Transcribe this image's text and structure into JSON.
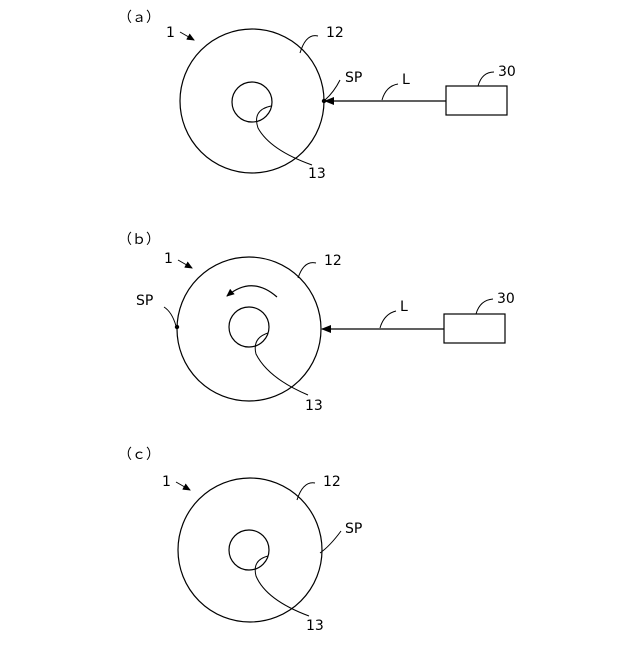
{
  "panels": [
    {
      "label": "（ａ）",
      "ref_body": "1",
      "ref_disc": "12",
      "ref_hole": "13",
      "ref_point": "SP",
      "ref_beam": "L",
      "ref_source": "30"
    },
    {
      "label": "（ｂ）",
      "ref_body": "1",
      "ref_disc": "12",
      "ref_hole": "13",
      "ref_point": "SP",
      "ref_beam": "L",
      "ref_source": "30"
    },
    {
      "label": "（ｃ）",
      "ref_body": "1",
      "ref_disc": "12",
      "ref_hole": "13",
      "ref_point": "SP"
    }
  ]
}
